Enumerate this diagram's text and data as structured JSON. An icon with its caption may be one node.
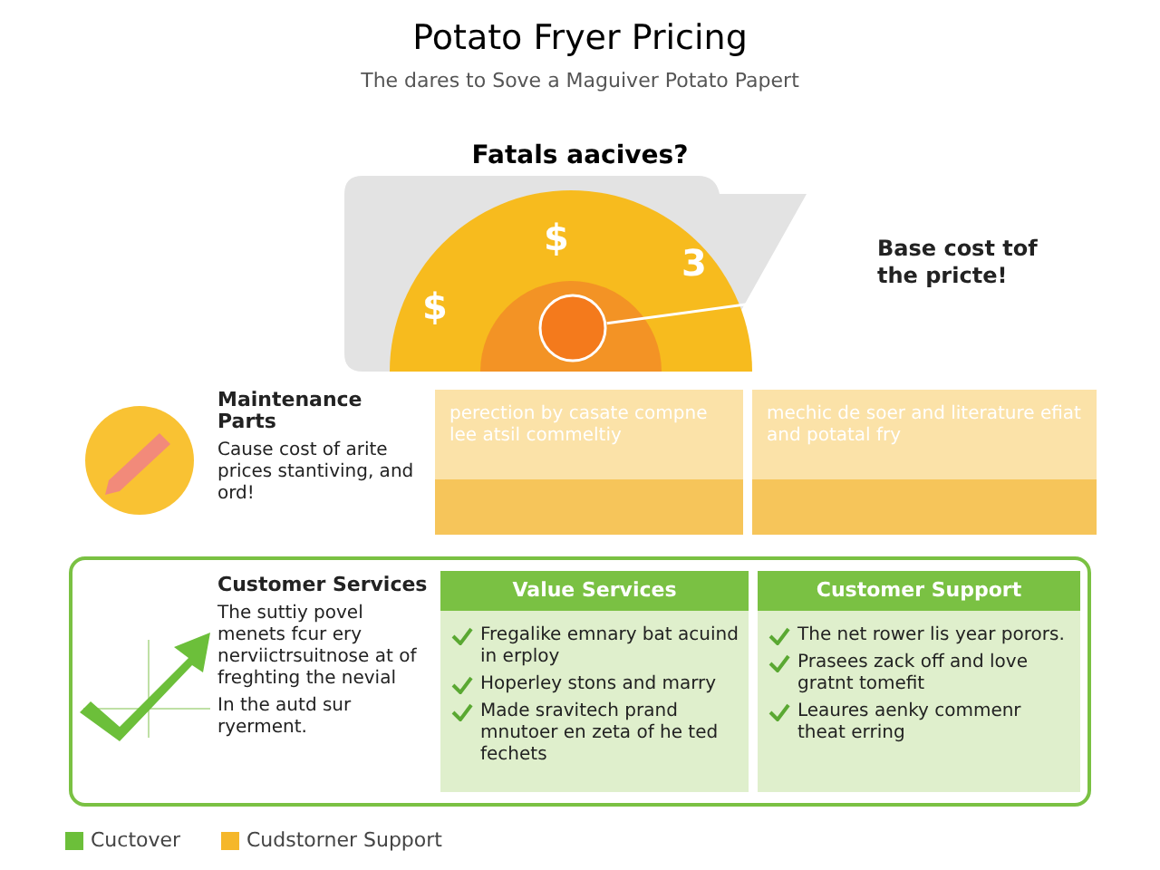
{
  "diagram": {
    "title": "Potato Fryer Pricing",
    "nodes": [
      {
        "text": [
          "$",
          "$",
          "3"
        ]
      },
      {
        "text": [
          "Base cost tof the pricte!"
        ]
      },
      {
        "text": [],
        "shape": "circle",
        "in": 0
      },
      {
        "text": [
          "Maintenance Parts",
          "Cause cost of arite prices stantiving, and ord!"
        ]
      },
      {
        "text": [
          "perection by casate compne lee atsil commeltiy"
        ]
      },
      {
        "text": [
          "mechic de soer and literature efiat and potatal fry"
        ]
      },
      {
        "text": [],
        "shape": "box"
      },
      {
        "text": [
          "Customer Services",
          "The suttiy povel menets fcur ery nerviictrsuitnose at of freghting the nevial",
          "In the autd sur ryerment."
        ],
        "in": 6
      },
      {
        "text": [
          "Value Services",
          "Fregalike emnary bat acuind in erploy",
          "Hoperley stons and marry",
          "Made sravitech prand mnutoer en zeta of he ted fechets"
        ],
        "in": 6
      },
      {
        "text": [
          "Customer Support",
          "The net rower lis year porors.",
          "Prasees zack off and love gratnt tomefit",
          "Leaures aenky commenr theat erring"
        ],
        "in": 6
      }
    ],
    "edges": [
      {
        "from": 1,
        "to": 2,
        "arrow": "none"
      }
    ],
    "labels": [
      "The dares to Sove a Maguiver Potato Papert",
      "Fatals aacives?"
    ],
    "legend": [
      {
        "text": "Cuctover",
        "color": "#6cbf3a"
      },
      {
        "text": "Cudstorner Support",
        "color": "#f5b72a"
      }
    ]
  }
}
